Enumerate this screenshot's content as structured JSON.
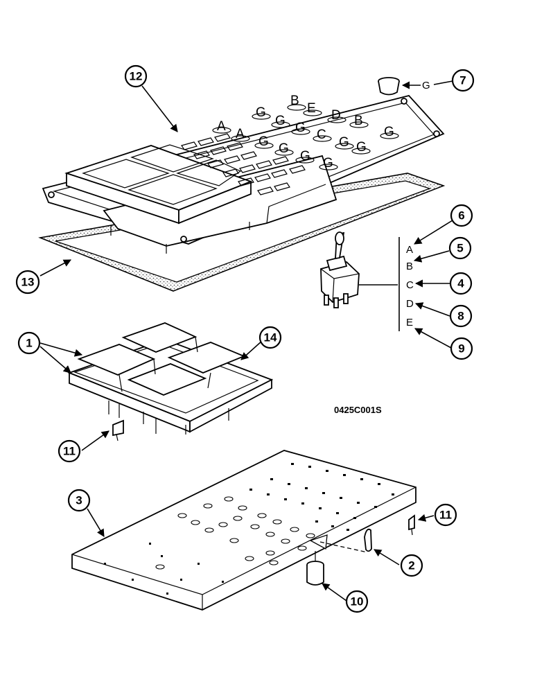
{
  "diagram": {
    "reference_code": "0425C001S",
    "callouts": [
      "12",
      "7",
      "6",
      "5",
      "4",
      "8",
      "9",
      "13",
      "1",
      "14",
      "11",
      "3",
      "11",
      "2",
      "10"
    ],
    "panel_letters": [
      "A",
      "G",
      "B",
      "E",
      "D",
      "B",
      "G",
      "A",
      "G",
      "G",
      "C",
      "G",
      "G",
      "G",
      "G",
      "G",
      "G",
      "G"
    ],
    "switch_positions": [
      "A",
      "B",
      "C",
      "D",
      "E"
    ],
    "plug_position": "G"
  }
}
